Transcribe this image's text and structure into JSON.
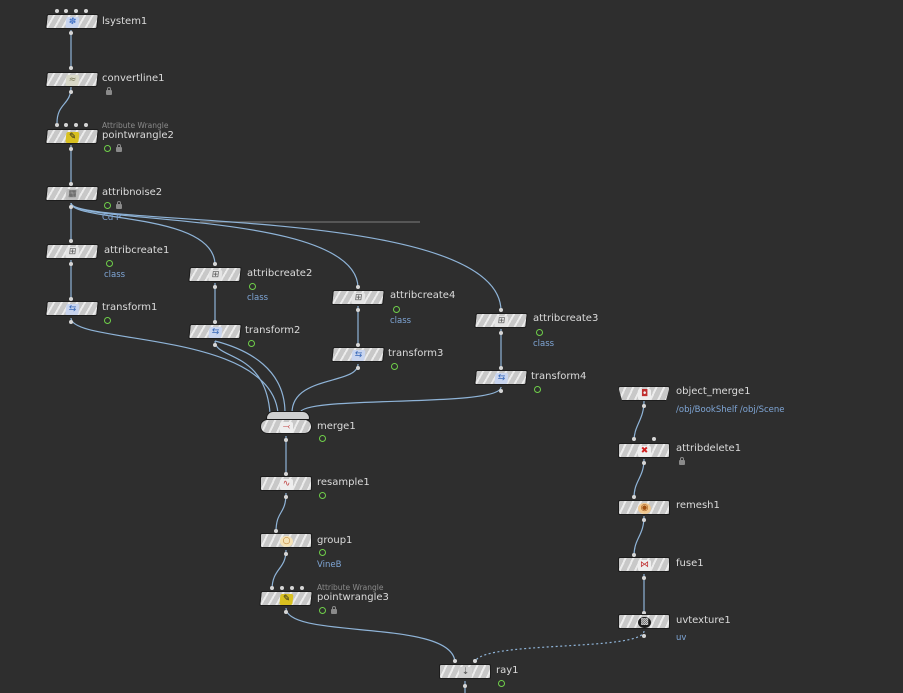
{
  "nodes": {
    "lsystem1": {
      "name": "lsystem1",
      "icon": "lsystem-icon",
      "color": "#4a78c8"
    },
    "convertline1": {
      "name": "convertline1",
      "icon": "convertline-icon",
      "color": "#9a9a7a"
    },
    "pointwrangle2": {
      "name": "pointwrangle2",
      "type": "Attribute Wrangle",
      "icon": "wrangle-icon",
      "color": "#d8c020"
    },
    "attribnoise2": {
      "name": "attribnoise2",
      "icon": "attribnoise-icon",
      "color": "#8a8a8a",
      "param": "Cd P"
    },
    "attribcreate1": {
      "name": "attribcreate1",
      "icon": "attribcreate-icon",
      "param": "class"
    },
    "attribcreate2": {
      "name": "attribcreate2",
      "icon": "attribcreate-icon",
      "param": "class"
    },
    "attribcreate4": {
      "name": "attribcreate4",
      "icon": "attribcreate-icon",
      "param": "class"
    },
    "attribcreate3": {
      "name": "attribcreate3",
      "icon": "attribcreate-icon",
      "param": "class"
    },
    "transform1": {
      "name": "transform1",
      "icon": "transform-icon",
      "color": "#3a6ab8"
    },
    "transform2": {
      "name": "transform2",
      "icon": "transform-icon",
      "color": "#3a6ab8"
    },
    "transform3": {
      "name": "transform3",
      "icon": "transform-icon",
      "color": "#3a6ab8"
    },
    "transform4": {
      "name": "transform4",
      "icon": "transform-icon",
      "color": "#3a6ab8"
    },
    "merge1": {
      "name": "merge1",
      "icon": "merge-icon",
      "color": "#c04040"
    },
    "resample1": {
      "name": "resample1",
      "icon": "resample-icon",
      "color": "#c04040"
    },
    "group1": {
      "name": "group1",
      "icon": "group-icon",
      "color": "#e8c070",
      "param": "VineB"
    },
    "pointwrangle3": {
      "name": "pointwrangle3",
      "type": "Attribute Wrangle",
      "icon": "wrangle-icon",
      "color": "#d8c020"
    },
    "ray1": {
      "name": "ray1",
      "icon": "ray-icon",
      "color": "#8a8a8a"
    },
    "object_merge1": {
      "name": "object_merge1",
      "icon": "object-merge-icon",
      "color": "#c03030",
      "param": "/obj/BookShelf /obj/Scene"
    },
    "attribdelete1": {
      "name": "attribdelete1",
      "icon": "attribdelete-icon",
      "color": "#d02020"
    },
    "remesh1": {
      "name": "remesh1",
      "icon": "remesh-icon",
      "color": "#e09030"
    },
    "fuse1": {
      "name": "fuse1",
      "icon": "fuse-icon",
      "color": "#c03030"
    },
    "uvtexture1": {
      "name": "uvtexture1",
      "icon": "uvtexture-icon",
      "color": "#1a1a1a",
      "param": "uv"
    }
  },
  "colors": {
    "background": "#2e2e2e",
    "wire": "#8fb4d8",
    "display_flag": "#6fcf4a",
    "param_text": "#7fa6d6"
  }
}
